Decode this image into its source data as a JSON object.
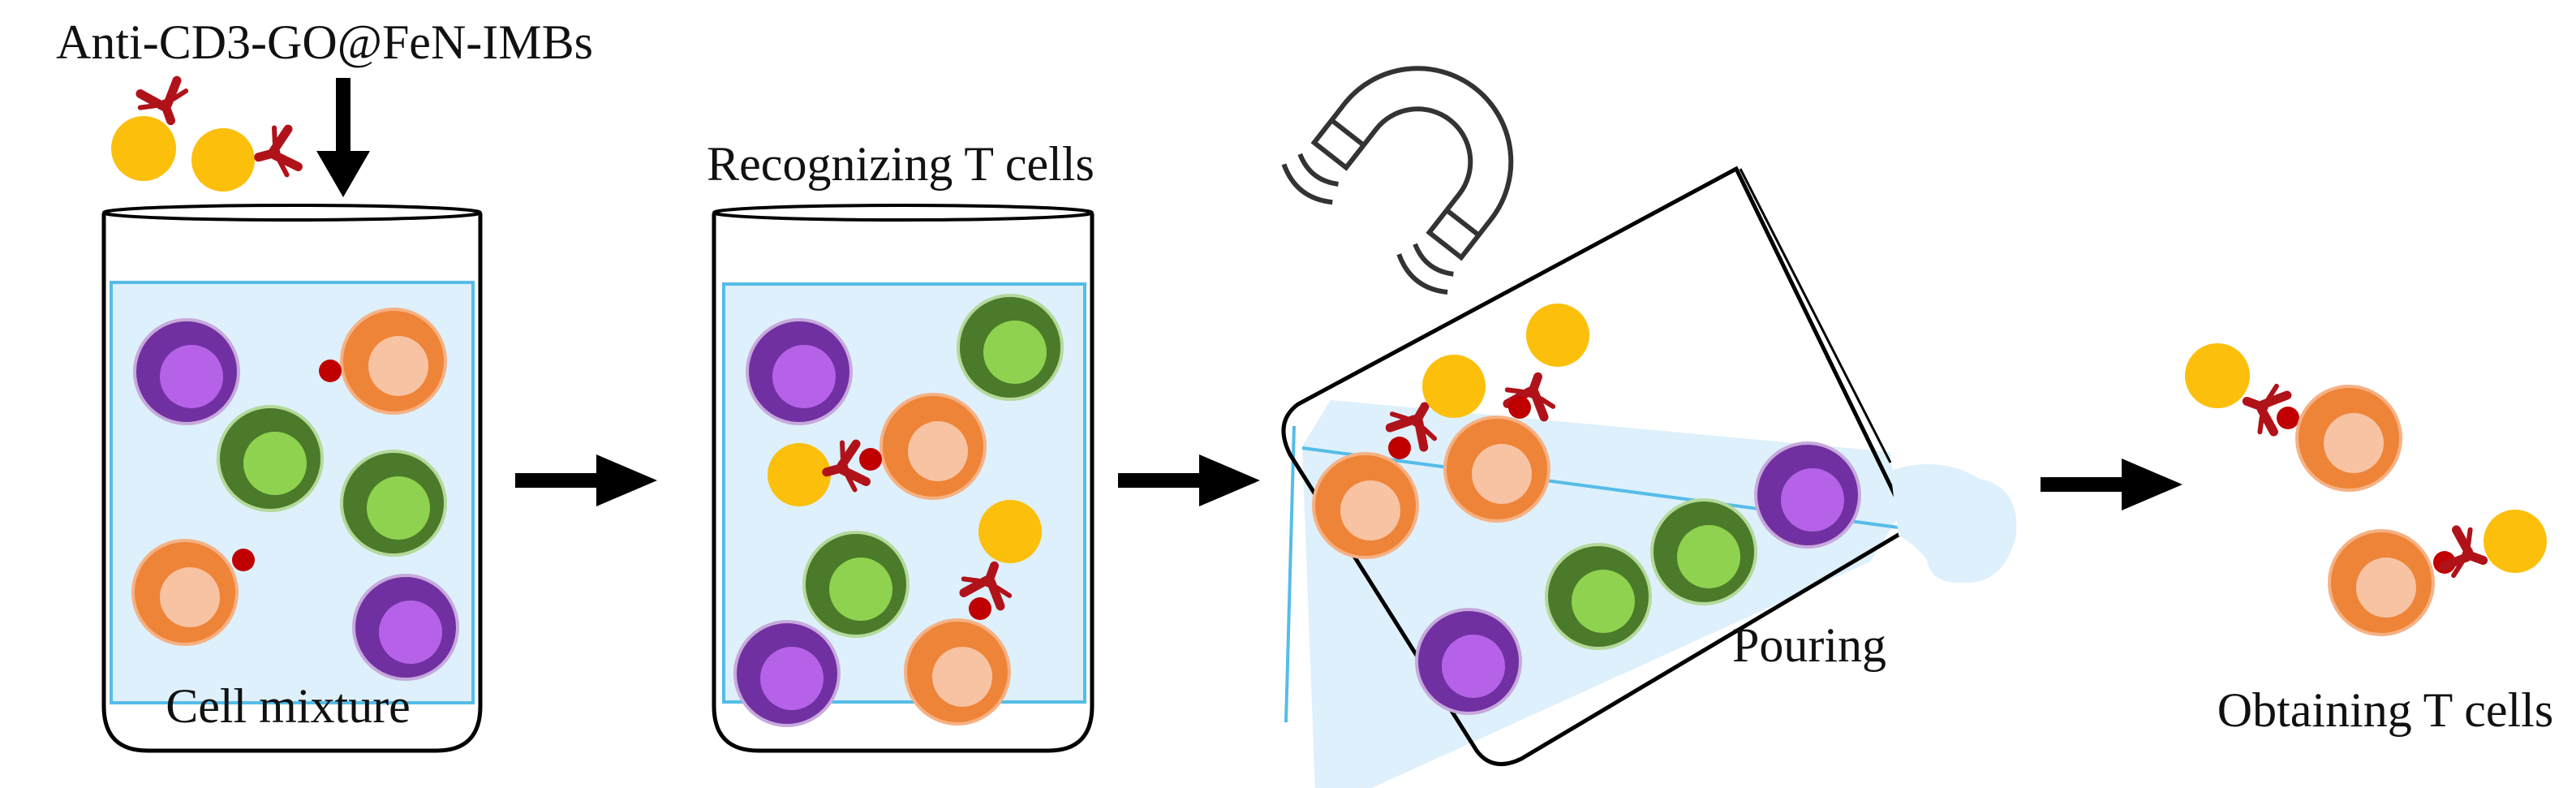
{
  "labels": {
    "reagent": "Anti-CD3-GO@FeN-IMBs",
    "step1": "Cell mixture",
    "step2": "Recognizing T cells",
    "step3": "Pouring",
    "step4": "Obtaining T cells"
  },
  "colors": {
    "tcell_outer": "#ee8437",
    "tcell_inner": "#f8c3a3",
    "purple_outer": "#7130a1",
    "purple_inner": "#b562e8",
    "green_outer": "#4b7a2a",
    "green_inner": "#8fd24f",
    "bead": "#fcbf0c",
    "antibody": "#b0121a",
    "antigen": "#c00000",
    "liquid": "#ddf0fb",
    "liquid_edge": "#56bce8",
    "arrow": "#000000"
  },
  "icons": [
    "magnet-icon",
    "antibody-icon",
    "arrow-icon"
  ]
}
